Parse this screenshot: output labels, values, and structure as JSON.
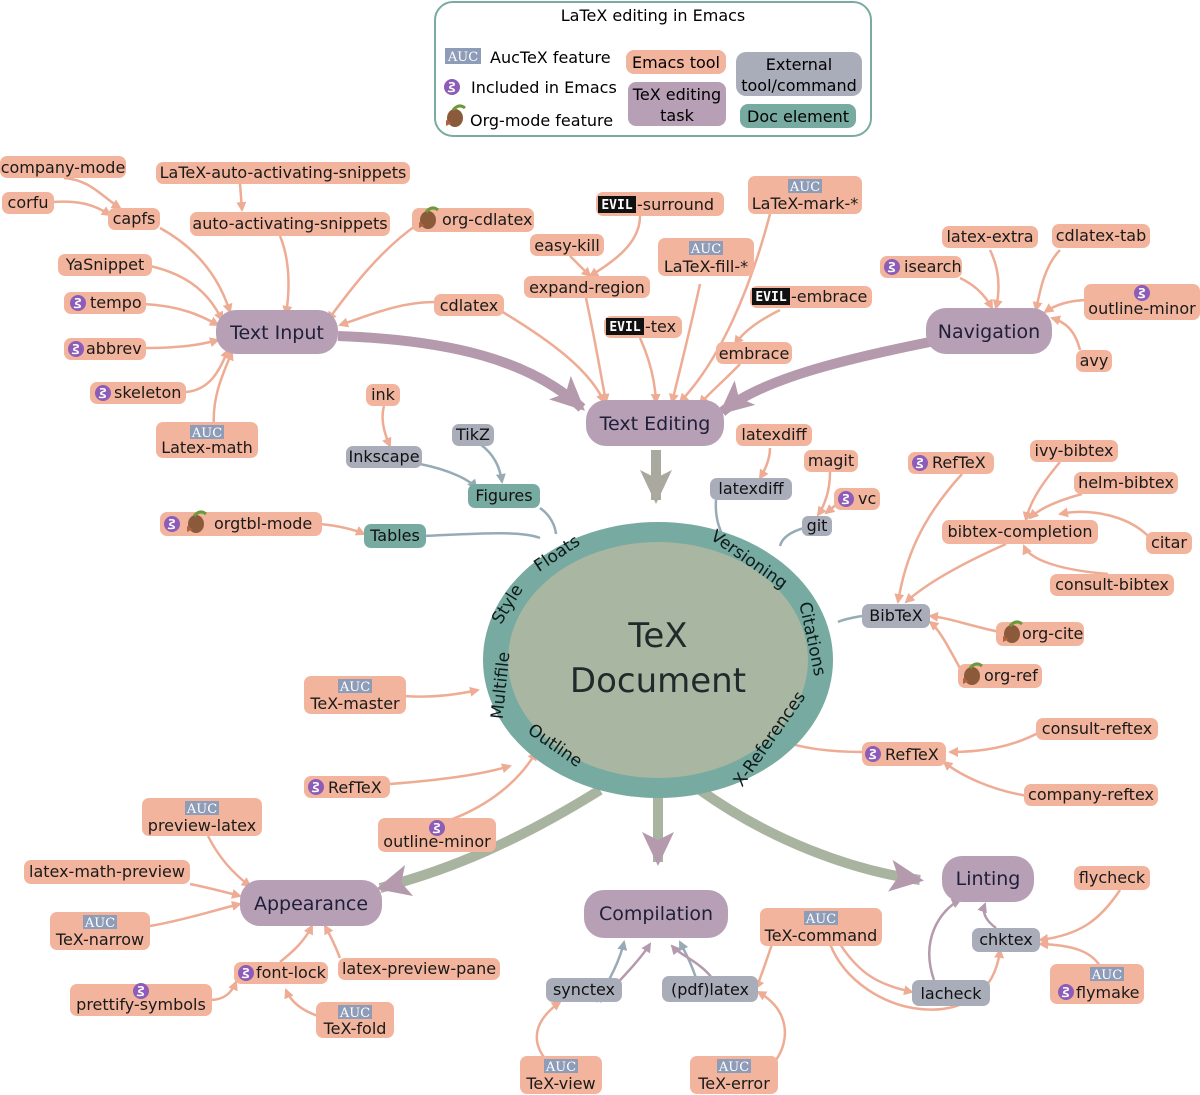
{
  "legend": {
    "title": "LaTeX editing in Emacs",
    "auc_badge": "AUC",
    "auctex_feature": "AucTeX feature",
    "included_in_emacs": "Included in Emacs",
    "org_mode_feature": "Org-mode feature",
    "emacs_tool": "Emacs tool",
    "tex_editing_task": [
      "TeX editing",
      "task"
    ],
    "external_tool": [
      "External",
      "tool/command"
    ],
    "doc_element": "Doc element"
  },
  "center": {
    "line1": "TeX",
    "line2": "Document"
  },
  "doc_elements": [
    "Floats",
    "Style",
    "Multifile",
    "Outline",
    "Versioning",
    "Citations",
    "X-References"
  ],
  "tasks": [
    "Text Input",
    "Text Editing",
    "Navigation",
    "Appearance",
    "Compilation",
    "Linting"
  ],
  "evil_badge": "EVIL",
  "text_input_tools": [
    "company-mode",
    "corfu",
    "capfs",
    "LaTeX-auto-activating-snippets",
    "auto-activating-snippets",
    "org-cdlatex",
    "YaSnippet",
    "tempo",
    "abbrev",
    "skeleton",
    "Latex-math",
    "cdlatex"
  ],
  "text_editing_tools": [
    "-surround",
    "easy-kill",
    "expand-region",
    "LaTeX-mark-*",
    "LaTeX-fill-*",
    "-embrace",
    "-tex",
    "embrace"
  ],
  "navigation_tools": [
    "latex-extra",
    "cdlatex-tab",
    "isearch",
    "outline-minor",
    "avy"
  ],
  "figures": {
    "ink": "ink",
    "inkscape": "Inkscape",
    "tikz": "TikZ",
    "figures": "Figures",
    "tables": "Tables",
    "orgtbl": "orgtbl-mode"
  },
  "versioning": {
    "latexdiff_tool": "latexdiff",
    "latexdiff_cmd": "latexdiff",
    "magit": "magit",
    "vc": "vc",
    "git": "git"
  },
  "citations": {
    "reftex": "RefTeX",
    "ivy_bibtex": "ivy-bibtex",
    "helm_bibtex": "helm-bibtex",
    "bibtex_completion": "bibtex-completion",
    "citar": "citar",
    "consult_bibtex": "consult-bibtex",
    "bibtex": "BibTeX",
    "org_cite": "org-cite",
    "org_ref": "org-ref"
  },
  "multifile": {
    "tex_master": "TeX-master"
  },
  "outline": {
    "reftex": "RefTeX",
    "outline_minor": "outline-minor"
  },
  "xref": {
    "reftex": "RefTeX",
    "consult_reftex": "consult-reftex",
    "company_reftex": "company-reftex"
  },
  "appearance_tools": [
    "preview-latex",
    "latex-math-preview",
    "TeX-narrow",
    "font-lock",
    "latex-preview-pane",
    "prettify-symbols",
    "TeX-fold"
  ],
  "compilation_tools": {
    "synctex": "synctex",
    "pdflatex": "(pdf)latex",
    "tex_command": "TeX-command",
    "tex_view": "TeX-view",
    "tex_error": "TeX-error"
  },
  "linting_tools": {
    "flycheck": "flycheck",
    "chktex": "chktex",
    "lacheck": "lacheck",
    "flymake": "flymake"
  },
  "colors": {
    "tool": "#f2b49c",
    "task": "#b79fb5",
    "external": "#a9adb9",
    "doc": "#77aaa0",
    "center": "#a9b6a1",
    "arrow_tool": "#eeac94",
    "arrow_task": "#b49aac",
    "arrow_ext": "#97abb7",
    "auc_badge": "#8e9cb8",
    "emacs_icon": "#8c5cb8"
  }
}
